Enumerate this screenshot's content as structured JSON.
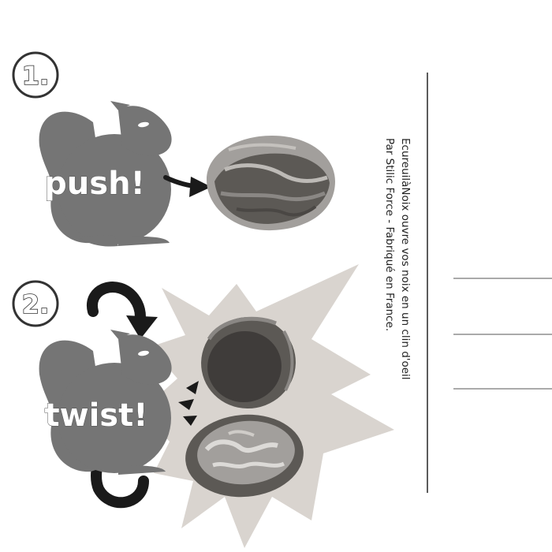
{
  "steps": [
    {
      "number": "1.",
      "action": "push!"
    },
    {
      "number": "2.",
      "action": "twist!"
    }
  ],
  "caption": {
    "line1": "EcureuilàNoix ouvre vos noix en un clin d'oeil",
    "line2": "Par Stilic Force - Fabriqué en France."
  },
  "colors": {
    "squirrel": "#757575",
    "burst": "#d9d4cf",
    "arrow": "#1a1a1a",
    "rule": "#333333"
  }
}
